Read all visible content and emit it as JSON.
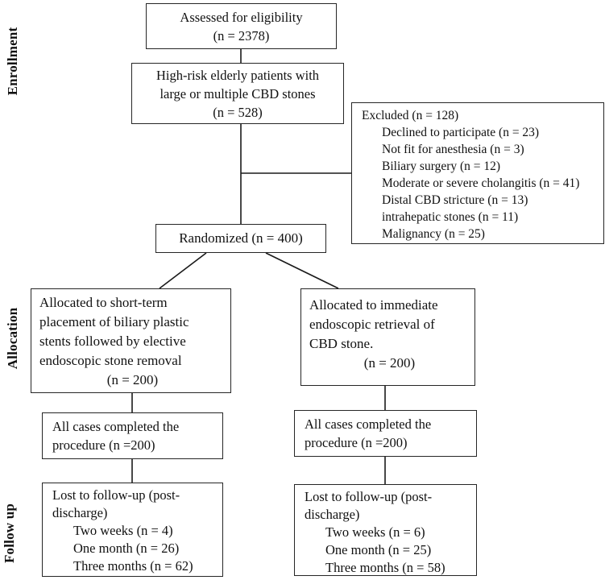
{
  "page": {
    "background": "#ffffff",
    "line_color": "#1a1a1a",
    "border_color": "#262626"
  },
  "stage_labels": {
    "enrollment": "Enrollment",
    "allocation": "Allocation",
    "follow_up": "Follow up"
  },
  "boxes": {
    "assessed": {
      "line1": "Assessed for eligibility",
      "line2": "(n = 2378)"
    },
    "high_risk": {
      "line1": "High-risk elderly patients with",
      "line2": "large or multiple CBD stones",
      "line3": "(n = 528)"
    },
    "excluded": {
      "title": "Excluded (n = 128)",
      "items": [
        "Declined to participate (n = 23)",
        "Not fit for anesthesia (n = 3)",
        "Biliary surgery (n = 12)",
        "Moderate or severe cholangitis (n = 41)",
        "Distal CBD stricture (n = 13)",
        "intrahepatic stones (n = 11)",
        "Malignancy (n = 25)"
      ]
    },
    "randomized": {
      "label": "Randomized (n = 400)"
    },
    "alloc_left": {
      "line1": "Allocated to short-term",
      "line2": "placement of biliary plastic",
      "line3": "stents followed by elective",
      "line4": "endoscopic stone removal",
      "line5": "(n = 200)"
    },
    "alloc_right": {
      "line1": "Allocated to immediate",
      "line2": "endoscopic retrieval of",
      "line3": "CBD stone.",
      "line4": "(n = 200)"
    },
    "completed_left": {
      "line1": "All cases completed the",
      "line2": "procedure (n =200)"
    },
    "completed_right": {
      "line1": "All cases completed the",
      "line2": "procedure (n =200)"
    },
    "followup_left": {
      "line1": "Lost to follow-up (post-",
      "line2": "discharge)",
      "items": [
        "Two weeks (n = 4)",
        "One month (n = 26)",
        "Three months (n = 62)"
      ]
    },
    "followup_right": {
      "line1": "Lost to follow-up (post-",
      "line2": "discharge)",
      "items": [
        "Two weeks (n = 6)",
        "One month (n = 25)",
        "Three months (n = 58)"
      ]
    }
  }
}
